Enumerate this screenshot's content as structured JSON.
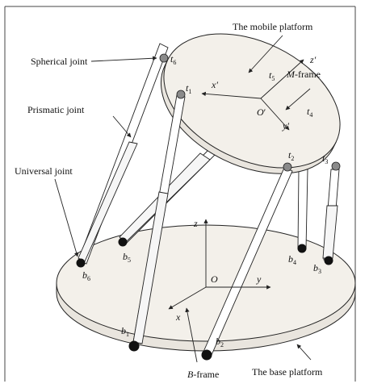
{
  "labels": {
    "mobile_platform": "The mobile platform",
    "base_platform": "The base platform",
    "spherical_joint": "Spherical joint",
    "prismatic_joint": "Prismatic joint",
    "universal_joint": "Universal joint",
    "m_frame_sym": "M",
    "m_frame_rest": "-frame",
    "b_frame_sym": "B",
    "b_frame_rest": "-frame"
  },
  "mobile_axes": {
    "origin": "O",
    "prime": "′",
    "x": "x′",
    "y": "y′",
    "z": "z′"
  },
  "base_axes": {
    "origin": "O",
    "x": "x",
    "y": "y",
    "z": "z"
  },
  "top_joints": [
    {
      "name": "t",
      "sub": "1"
    },
    {
      "name": "t",
      "sub": "2"
    },
    {
      "name": "t",
      "sub": "3"
    },
    {
      "name": "t",
      "sub": "4"
    },
    {
      "name": "t",
      "sub": "5"
    },
    {
      "name": "t",
      "sub": "6"
    }
  ],
  "base_joints": [
    {
      "name": "b",
      "sub": "1"
    },
    {
      "name": "b",
      "sub": "2"
    },
    {
      "name": "b",
      "sub": "3"
    },
    {
      "name": "b",
      "sub": "4"
    },
    {
      "name": "b",
      "sub": "5"
    },
    {
      "name": "b",
      "sub": "6"
    }
  ],
  "colors": {
    "line": "#222222",
    "platform_fill": "#f3f0ea",
    "joint_dark": "#111111",
    "joint_gray": "#8a8a8a",
    "frame": "#444444"
  }
}
